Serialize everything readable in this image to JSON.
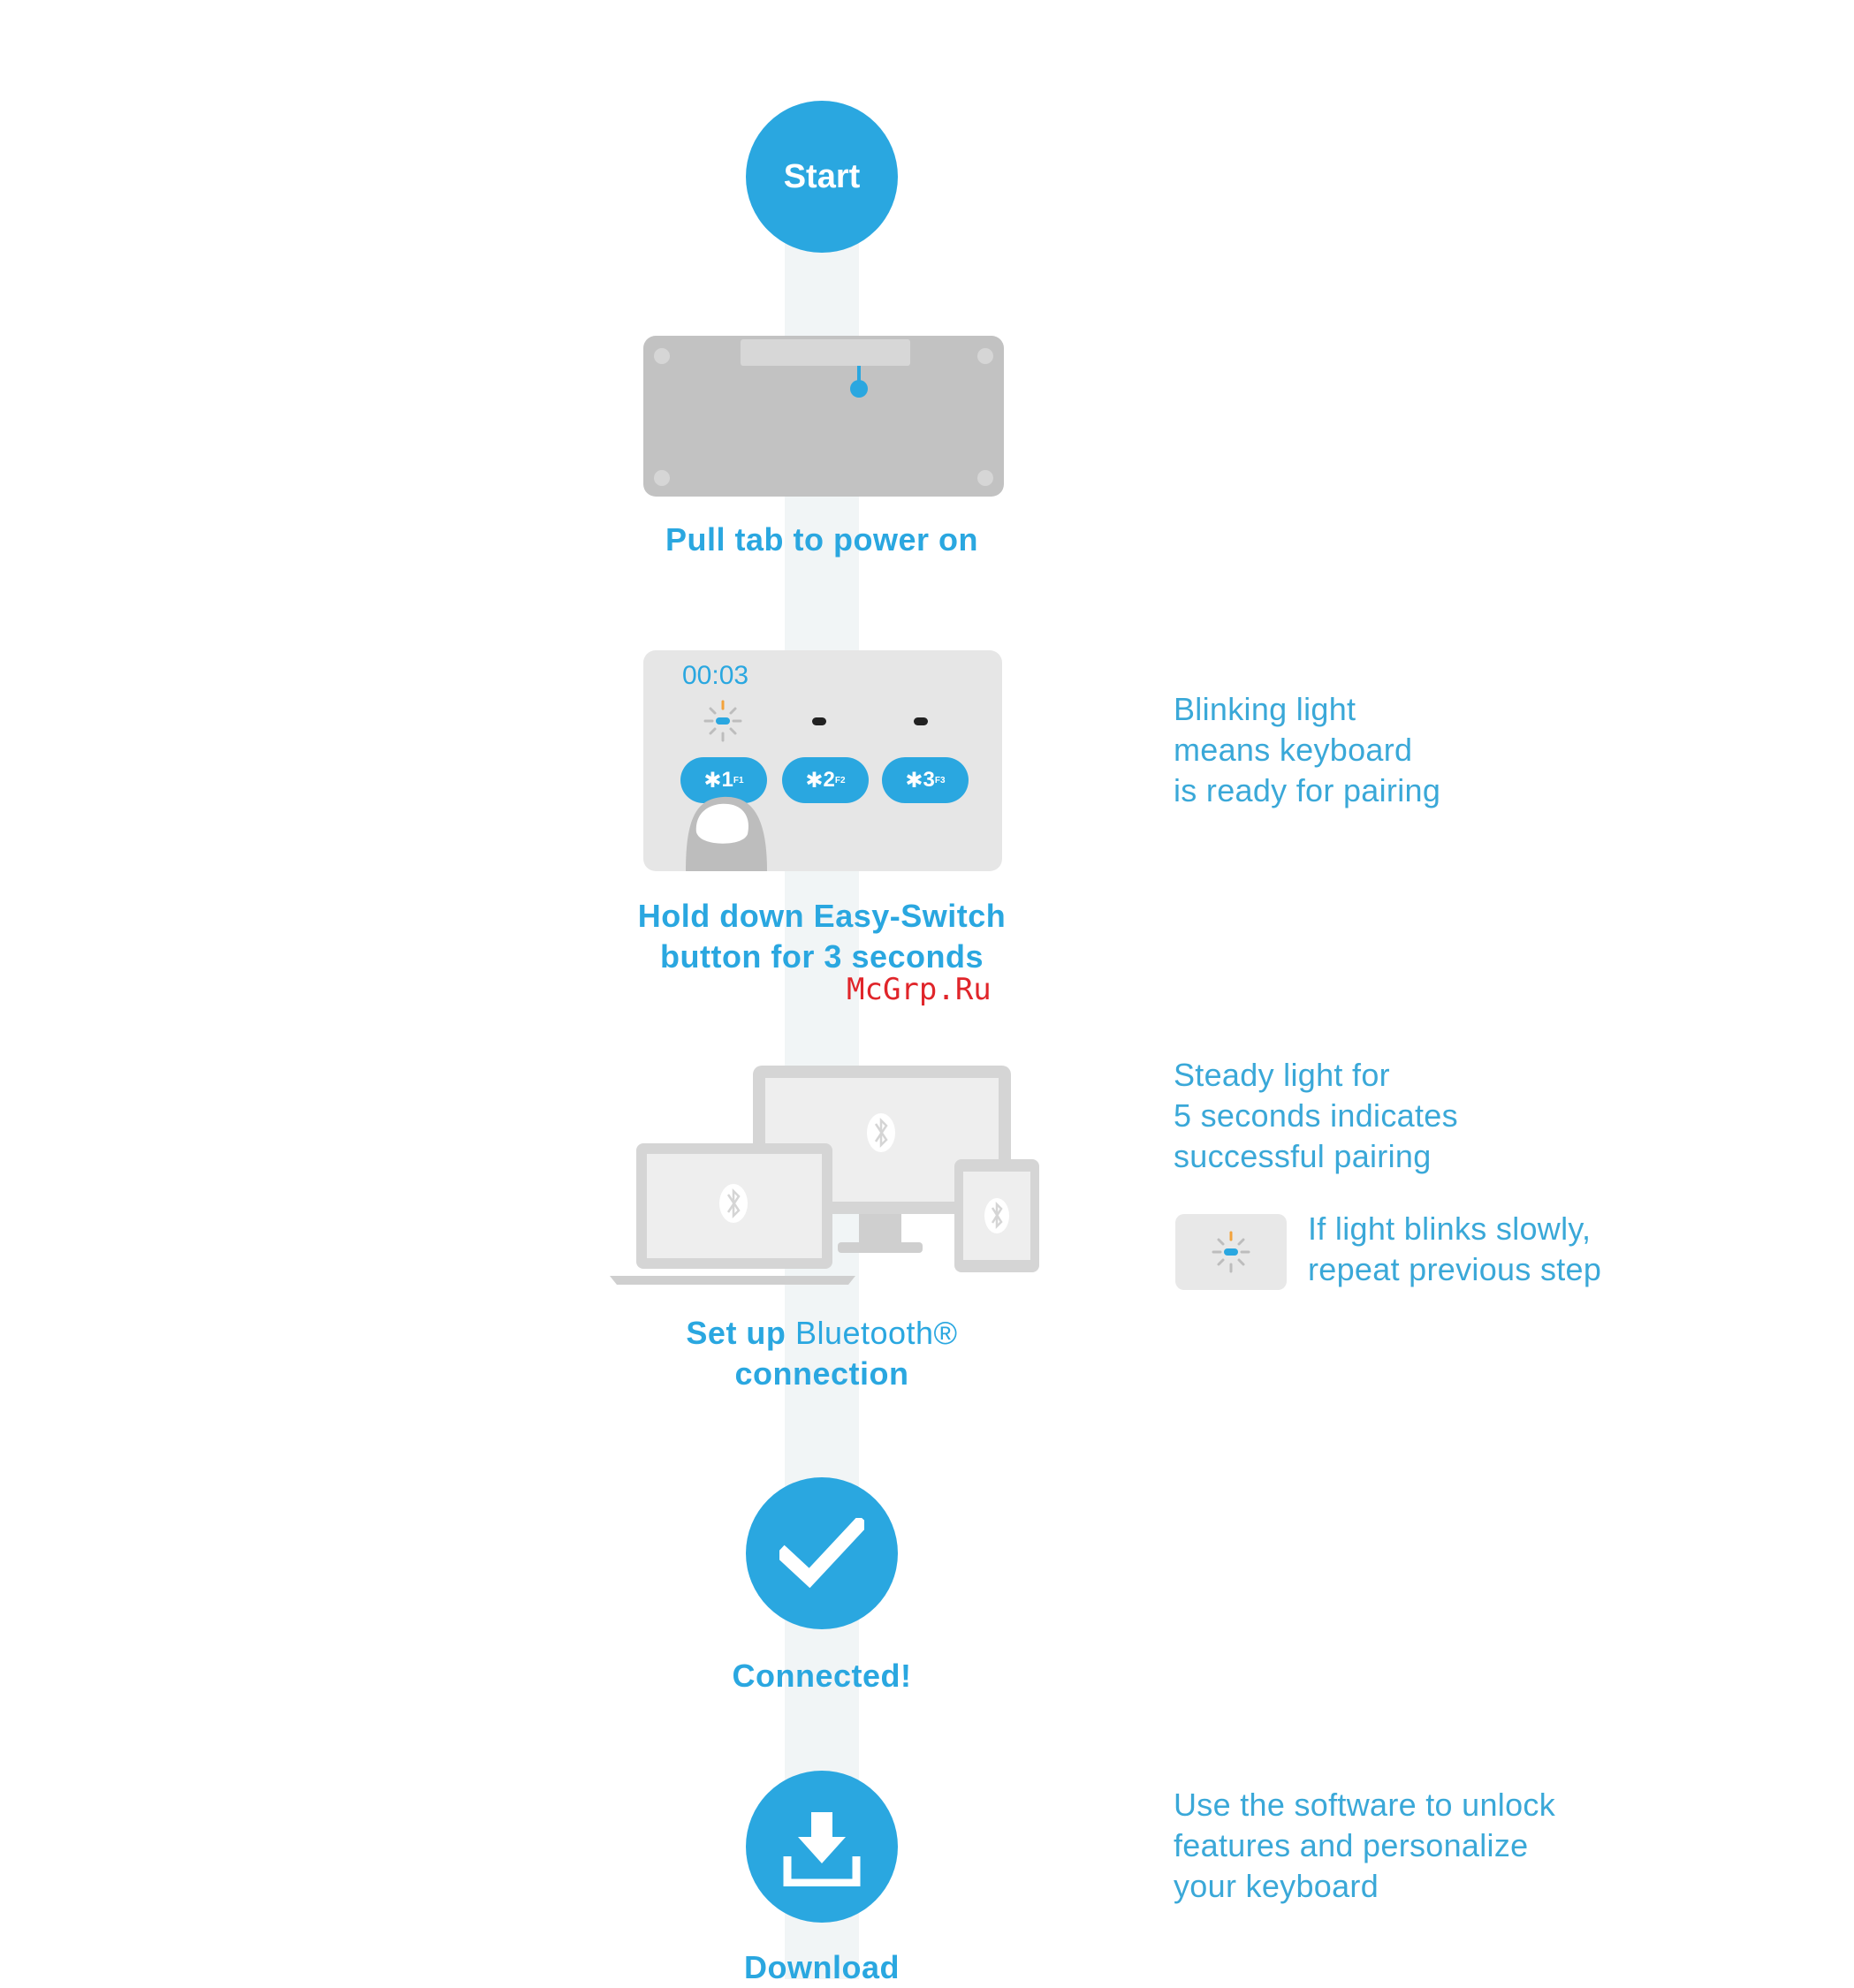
{
  "steps": {
    "start": {
      "label": "Start"
    },
    "power": {
      "label": "Pull tab to power on"
    },
    "hold": {
      "timer": "00:03",
      "buttons": [
        "1",
        "2",
        "3"
      ],
      "button_sub": [
        "F1",
        "F2",
        "F3"
      ],
      "label_line1": "Hold down Easy-Switch",
      "label_line2": "button for 3 seconds"
    },
    "setup": {
      "label_bold": "Set up",
      "label_normal": "Bluetooth®",
      "label_line2": "connection"
    },
    "connected": {
      "label": "Connected!"
    },
    "download": {
      "label": "Download"
    }
  },
  "notes": {
    "blinking": [
      "Blinking light",
      "means keyboard",
      "is ready for pairing"
    ],
    "steady": [
      "Steady light for",
      "5 seconds indicates",
      "successful pairing"
    ],
    "slow": [
      "If light blinks slowly,",
      "repeat previous step"
    ],
    "software": [
      "Use the software to unlock",
      "features and personalize",
      "your keyboard"
    ]
  },
  "watermark": "McGrp.Ru",
  "colors": {
    "accent": "#2aa7e0",
    "device_gray": "#c2c2c2",
    "spine": "#f1f5f6",
    "watermark": "#e0252a"
  },
  "icons": [
    "checkmark-icon",
    "download-icon",
    "bluetooth-icon",
    "blink-light-icon"
  ]
}
